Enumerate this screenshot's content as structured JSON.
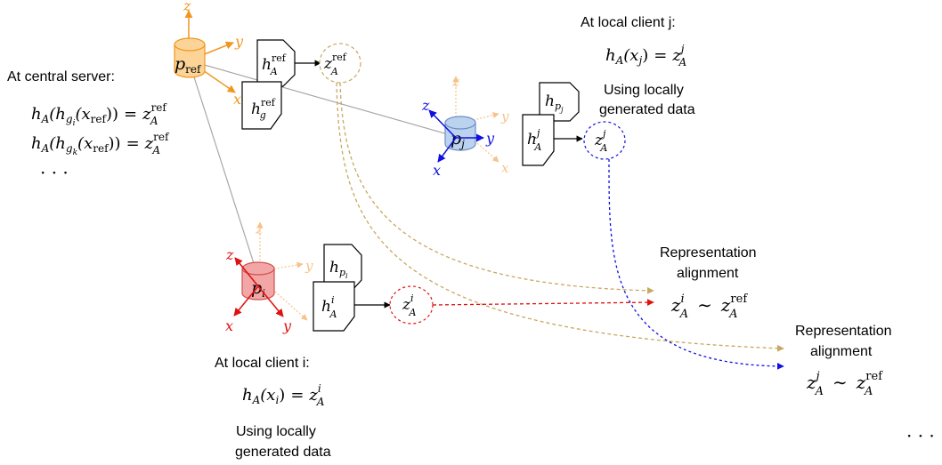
{
  "server": {
    "heading": "At central server:",
    "eq1": {
      "lhs": "h",
      "lhs_sub": "A",
      "arg_open": "(h",
      "g_sub": "g",
      "g_subsub": "i",
      "x_arg": "(x",
      "x_sub": "ref",
      "close": "))",
      "eq": "=",
      "z": "z",
      "z_sub": "A",
      "z_sup": "ref"
    },
    "eq2": {
      "lhs": "h",
      "lhs_sub": "A",
      "arg_open": "(h",
      "g_sub": "g",
      "g_subsub": "k",
      "x_arg": "(x",
      "x_sub": "ref",
      "close": "))",
      "eq": "=",
      "z": "z",
      "z_sub": "A",
      "z_sup": "ref"
    },
    "ellipsis": "· · ·",
    "node_label": "p",
    "node_sub": "ref",
    "box_h_A": {
      "base": "h",
      "sub": "A",
      "sup": "ref"
    },
    "box_h_g": {
      "base": "h",
      "sub": "g",
      "sup": "ref"
    },
    "z_out": {
      "base": "z",
      "sub": "A",
      "sup": "ref"
    }
  },
  "client_j": {
    "heading": "At local client j:",
    "eq": {
      "lhs": "h",
      "lhs_sub": "A",
      "arg": "(x",
      "arg_sub": "j",
      "close": ")",
      "eq": "=",
      "z": "z",
      "z_sub": "A",
      "z_sup": "j"
    },
    "note": [
      "Using locally",
      "generated data"
    ],
    "node_label": "p",
    "node_sub": "j",
    "box_h_p": {
      "base": "h",
      "sub": "p",
      "subsub": "j"
    },
    "box_h_A": {
      "base": "h",
      "sub": "A",
      "sup": "j"
    },
    "z_out": {
      "base": "z",
      "sub": "A",
      "sup": "j"
    }
  },
  "client_i": {
    "heading": "At local client i:",
    "eq": {
      "lhs": "h",
      "lhs_sub": "A",
      "arg": "(x",
      "arg_sub": "i",
      "close": ")",
      "eq": "=",
      "z": "z",
      "z_sub": "A",
      "z_sup": "i"
    },
    "note": [
      "Using locally",
      "generated data"
    ],
    "node_label": "p",
    "node_sub": "i",
    "box_h_p": {
      "base": "h",
      "sub": "p",
      "subsub": "i"
    },
    "box_h_A": {
      "base": "h",
      "sub": "A",
      "sup": "i"
    },
    "z_out": {
      "base": "z",
      "sub": "A",
      "sup": "i"
    }
  },
  "alignments": [
    {
      "title": [
        "Representation",
        "alignment"
      ],
      "lhs": {
        "base": "z",
        "sub": "A",
        "sup": "i"
      },
      "rel": "∼",
      "rhs": {
        "base": "z",
        "sub": "A",
        "sup": "ref"
      }
    },
    {
      "title": [
        "Representation",
        "alignment"
      ],
      "lhs": {
        "base": "z",
        "sub": "A",
        "sup": "j"
      },
      "rel": "∼",
      "rhs": {
        "base": "z",
        "sub": "A",
        "sup": "ref"
      }
    }
  ],
  "trailing_ellipsis": "· · ·",
  "axes": {
    "x": "x",
    "y": "y",
    "z": "z"
  },
  "colors": {
    "server": "#f0961e",
    "server_fill": "#fcd497",
    "client_j": "#1010e0",
    "client_j_fill": "#bcd3f0",
    "client_i": "#e01010",
    "client_i_fill": "#f2a6a6",
    "faded_axes": "#f6c38a",
    "ref_arrow": "#c8a860",
    "link": "#a8a8a8"
  }
}
